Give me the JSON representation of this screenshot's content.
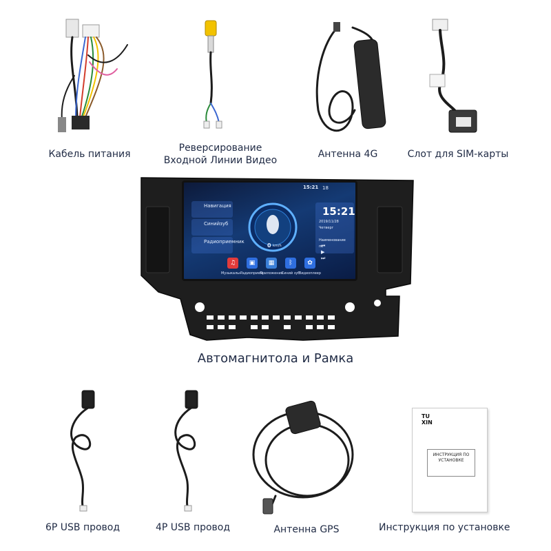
{
  "items": [
    {
      "id": "power-cable",
      "label_line1": "Кабель питания"
    },
    {
      "id": "reverse-video",
      "label_line1": "Реверсирование",
      "label_line2": "Входной Линии Видео"
    },
    {
      "id": "antenna-4g",
      "label_line1": "Антенна 4G"
    },
    {
      "id": "sim-slot",
      "label_line1": "Слот для SIM-карты"
    },
    {
      "id": "usb-6p",
      "label_line1": "6P USB провод"
    },
    {
      "id": "usb-4p",
      "label_line1": "4P USB провод"
    },
    {
      "id": "gps-antenna",
      "label_line1": "Антенна GPS"
    },
    {
      "id": "manual",
      "label_line1": "Инструкция по установке"
    }
  ],
  "head_unit": {
    "caption": "Автомагнитола и Рамка",
    "status_time": "15:21",
    "status_num": "18",
    "left_menu": [
      {
        "label_line1": "Навигац",
        "label_line2": "ия"
      },
      {
        "label_line1": "Синий",
        "label_line2": "зуб"
      },
      {
        "label_line1": "Радиопр",
        "label_line2": "иемник"
      }
    ],
    "speed": "0",
    "speed_unit": "km/h",
    "clock": "15:21",
    "date": "2019/11/28 Четверг",
    "music_title": "Наименование пе",
    "apps": [
      "Музыкальн...",
      "Радиоприем...",
      "Приложения",
      "Синий зуб",
      "Видеоплеер"
    ]
  },
  "manual": {
    "brand": "TU XIN",
    "box_title_line1": "ИНСТРУКЦИЯ ПО",
    "box_title_line2": "УСТАНОВКЕ"
  },
  "colors": {
    "text": "#1f2a44",
    "cable": "#1a1a1a",
    "yellow": "#f2c200"
  }
}
